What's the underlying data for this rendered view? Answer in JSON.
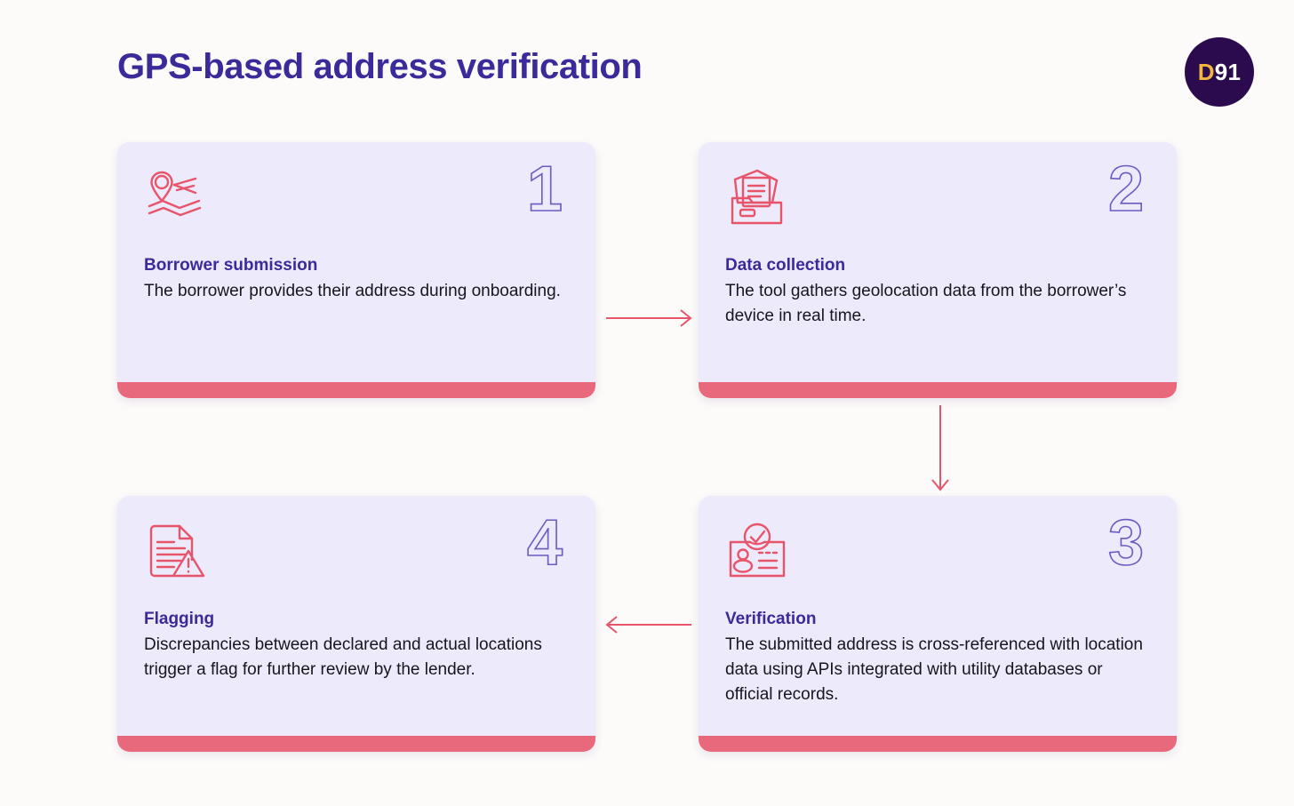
{
  "header": {
    "title": "GPS-based address verification",
    "logo": {
      "primary": "D",
      "secondary": "91"
    }
  },
  "colors": {
    "background": "#FDFAFA",
    "card_background": "#ECEAFB",
    "accent_purple": "#3B2A9A",
    "accent_coral": "#E8697C",
    "arrow_coral": "#E8556B",
    "number_outline": "#6A5BC4",
    "logo_background": "#2B0B4D",
    "logo_gold": "#F4B53F"
  },
  "steps": [
    {
      "number": "1",
      "icon": "map-pin-location-icon",
      "heading": "Borrower submission",
      "description": "The borrower provides their address during onboarding."
    },
    {
      "number": "2",
      "icon": "folder-documents-icon",
      "heading": "Data collection",
      "description": "The tool gathers geolocation data from the borrower’s device in real time."
    },
    {
      "number": "3",
      "icon": "id-card-check-icon",
      "heading": "Verification",
      "description": "The submitted address is cross-referenced with location data using APIs integrated with utility databases or official records."
    },
    {
      "number": "4",
      "icon": "document-warning-icon",
      "heading": "Flagging",
      "description": "Discrepancies between declared and actual locations trigger a flag for further review by the lender."
    }
  ],
  "connectors": [
    {
      "name": "arrow-step1-to-step2",
      "direction": "right"
    },
    {
      "name": "arrow-step2-to-step3",
      "direction": "down"
    },
    {
      "name": "arrow-step3-to-step4",
      "direction": "left"
    }
  ]
}
